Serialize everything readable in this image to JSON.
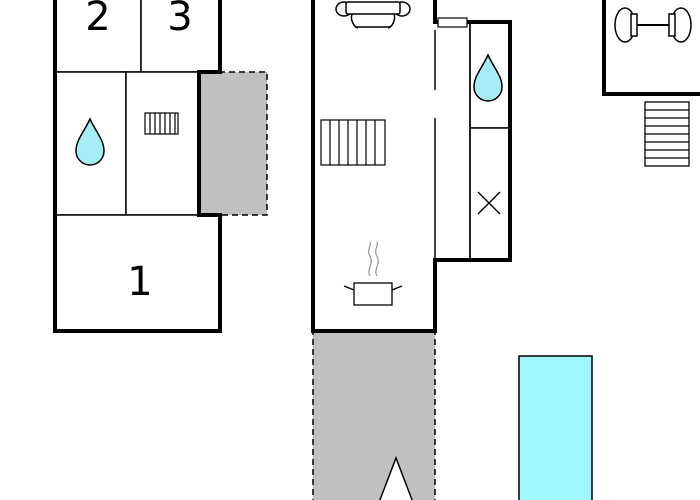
{
  "floorplan": {
    "rooms": [
      {
        "id": "bedroom-1",
        "label": "1"
      },
      {
        "id": "bedroom-2",
        "label": "2"
      },
      {
        "id": "bedroom-3",
        "label": "3"
      }
    ],
    "icons": {
      "bathroom_left": "water-drop-icon",
      "bathroom_right": "water-drop-icon",
      "heater_left": "radiator-icon",
      "heater_center": "radiator-icon",
      "dining": "dining-table-icon",
      "kitchen": "cooking-pot-icon",
      "storage": "cross-mark-icon",
      "fitness": "dumbbell-icon",
      "stairs": "stairs-icon"
    },
    "colors": {
      "wall": "#000000",
      "terrace": "#c0c0c0",
      "pool": "#9ff6fb",
      "water": "#a6eef6",
      "background": "#ffffff"
    }
  }
}
